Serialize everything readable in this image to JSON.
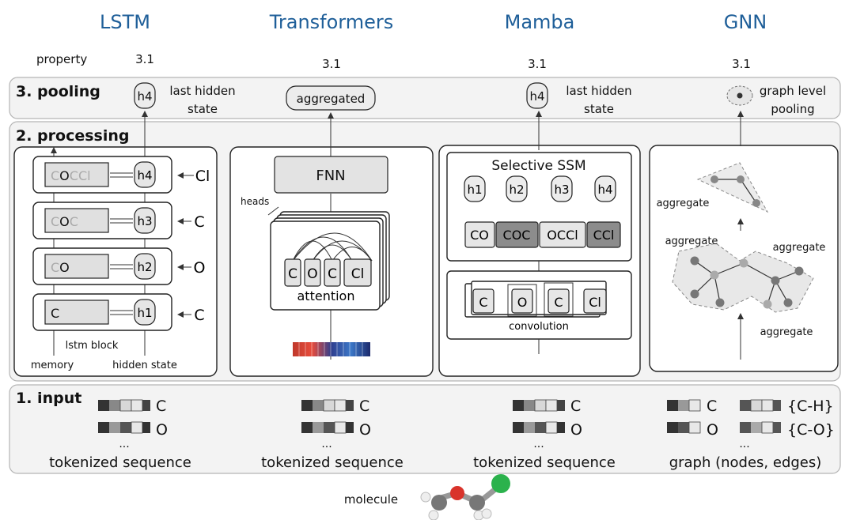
{
  "headers": {
    "lstm": "LSTM",
    "transformers": "Transformers",
    "mamba": "Mamba",
    "gnn": "GNN"
  },
  "property": {
    "label": "property",
    "lstm": "3.1",
    "transformers": "3.1",
    "mamba": "3.1",
    "gnn": "3.1"
  },
  "sections": {
    "pooling": "3. pooling",
    "processing": "2. processing",
    "input": "1. input"
  },
  "pooling": {
    "lstm": {
      "node": "h4",
      "line1": "last hidden",
      "line2": "state"
    },
    "transformers": {
      "label": "aggregated"
    },
    "mamba": {
      "node": "h4",
      "line1": "last hidden",
      "line2": "state"
    },
    "gnn": {
      "line1": "graph level",
      "line2": "pooling"
    }
  },
  "lstm": {
    "rows": [
      {
        "seq": "COCCl",
        "hidden": "h4",
        "token": "Cl"
      },
      {
        "seq": "COC",
        "hidden": "h3",
        "token": "C"
      },
      {
        "seq": "CO",
        "hidden": "h2",
        "token": "O"
      },
      {
        "seq": "C",
        "hidden": "h1",
        "token": "C"
      }
    ],
    "block_label": "lstm block",
    "memory_label": "memory",
    "hidden_label": "hidden state"
  },
  "transformers": {
    "fnn": "FNN",
    "heads": "heads",
    "tokens": [
      "C",
      "O",
      "C",
      "Cl"
    ],
    "attention": "attention"
  },
  "mamba": {
    "ssm_title": "Selective SSM",
    "hidden": [
      "h1",
      "h2",
      "h3",
      "h4"
    ],
    "chunks": [
      "CO",
      "COC",
      "OCCl",
      "CCl"
    ],
    "conv_tokens": [
      "C",
      "O",
      "C",
      "Cl"
    ],
    "conv_label": "convolution"
  },
  "gnn": {
    "aggregate": "aggregate"
  },
  "input": {
    "seq_tokens": [
      "C",
      "O"
    ],
    "ellipsis": "...",
    "seq_caption": "tokenized sequence",
    "graph_nodes": [
      "C",
      "O"
    ],
    "graph_edges": [
      "{C-H}",
      "{C-O}"
    ],
    "graph_caption": "graph (nodes, edges)"
  },
  "molecule_label": "molecule",
  "colors": {
    "header": "#1f5f99",
    "molecule_red": "#d9332b",
    "molecule_green": "#2bb24c"
  }
}
